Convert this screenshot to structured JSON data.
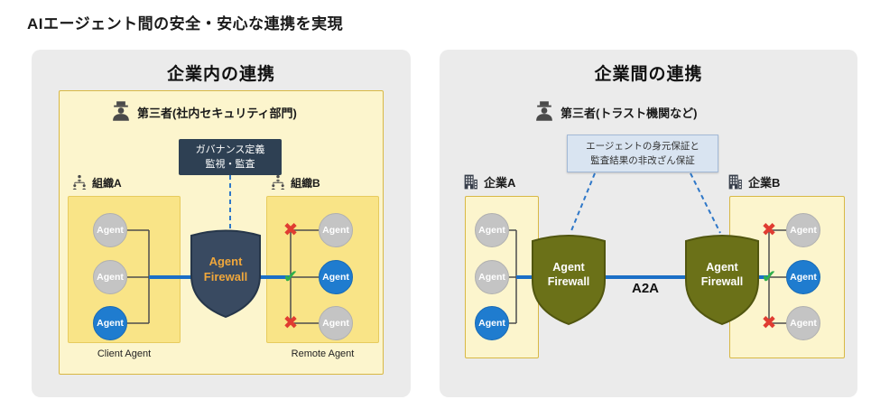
{
  "page": {
    "title": "AIエージェント間の安全・安心な連携を実現"
  },
  "marks": {
    "x": "✖",
    "check": "✔"
  },
  "firewall": {
    "line1": "Agent",
    "line2": "Firewall"
  },
  "left_panel": {
    "title": "企業内の連携",
    "third_party_label": "第三者(社内セキュリティ部門)",
    "governance_box": {
      "line1": "ガバナンス定義",
      "line2": "監視・監査"
    },
    "org_a": {
      "label": "組織A",
      "caption": "Client Agent",
      "agents": [
        {
          "label": "Agent",
          "type": "gray"
        },
        {
          "label": "Agent",
          "type": "gray"
        },
        {
          "label": "Agent",
          "type": "blue"
        }
      ]
    },
    "org_b": {
      "label": "組織B",
      "caption": "Remote Agent",
      "agents": [
        {
          "label": "Agent",
          "type": "gray",
          "mark": "x"
        },
        {
          "label": "Agent",
          "type": "blue",
          "mark": "check"
        },
        {
          "label": "Agent",
          "type": "gray",
          "mark": "x"
        }
      ]
    }
  },
  "right_panel": {
    "title": "企業間の連携",
    "third_party_label": "第三者(トラスト機関など)",
    "trust_box": {
      "line1": "エージェントの身元保証と",
      "line2": "監査結果の非改ざん保証"
    },
    "a2a_label": "A2A",
    "company_a": {
      "label": "企業A",
      "agents": [
        {
          "label": "Agent",
          "type": "gray"
        },
        {
          "label": "Agent",
          "type": "gray"
        },
        {
          "label": "Agent",
          "type": "blue"
        }
      ]
    },
    "company_b": {
      "label": "企業B",
      "agents": [
        {
          "label": "Agent",
          "type": "gray",
          "mark": "x"
        },
        {
          "label": "Agent",
          "type": "blue",
          "mark": "check"
        },
        {
          "label": "Agent",
          "type": "gray",
          "mark": "x"
        }
      ]
    }
  },
  "colors": {
    "accent_blue": "#1B6FC7",
    "agent_blue": "#1F7CCF",
    "agent_gray": "#C4C4C4",
    "panel_gray": "#EBEBEB",
    "pale_yellow": "#FCF5CD",
    "deep_yellow": "#F9E487",
    "navy_shield": "#394A61",
    "olive_shield": "#6B7118",
    "firewall_text_gold": "#F0A73B",
    "mark_red": "#E03C31",
    "mark_green": "#2FAF4B",
    "trust_box_blue": "#D9E4F1"
  }
}
